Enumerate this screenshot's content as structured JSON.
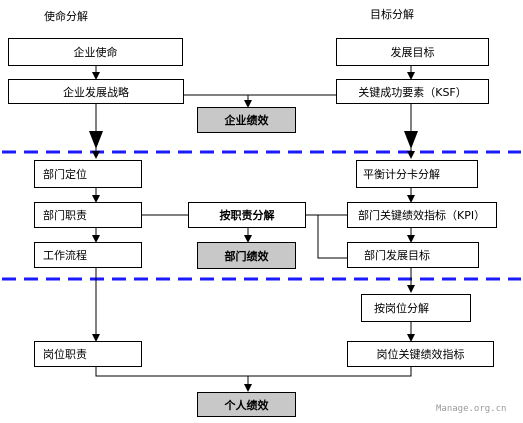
{
  "headers": {
    "left": "使命分解",
    "right": "目标分解"
  },
  "left_column": {
    "mission": "企业使命",
    "strategy": "企业发展战略",
    "dept_position": "部门定位",
    "dept_duty": "部门职责",
    "work_process": "工作流程",
    "post_duty": "岗位职责"
  },
  "right_column": {
    "dev_goal": "发展目标",
    "ksf": "关键成功要素（KSF）",
    "bsc": "平衡计分卡分解",
    "dept_kpi": "部门关键绩效指标（KPI）",
    "dept_goal": "部门发展目标",
    "post_decompose": "按岗位分解",
    "post_kpi": "岗位关键绩效指标"
  },
  "middle": {
    "enterprise_perf": "企业绩效",
    "duty_decompose": "按职责分解",
    "dept_perf": "部门绩效",
    "personal_perf": "个人绩效"
  },
  "watermark": "Manage.org.cn",
  "colors": {
    "dashed_line": "#1a1aff",
    "grey_box": "#c8c8c8"
  }
}
